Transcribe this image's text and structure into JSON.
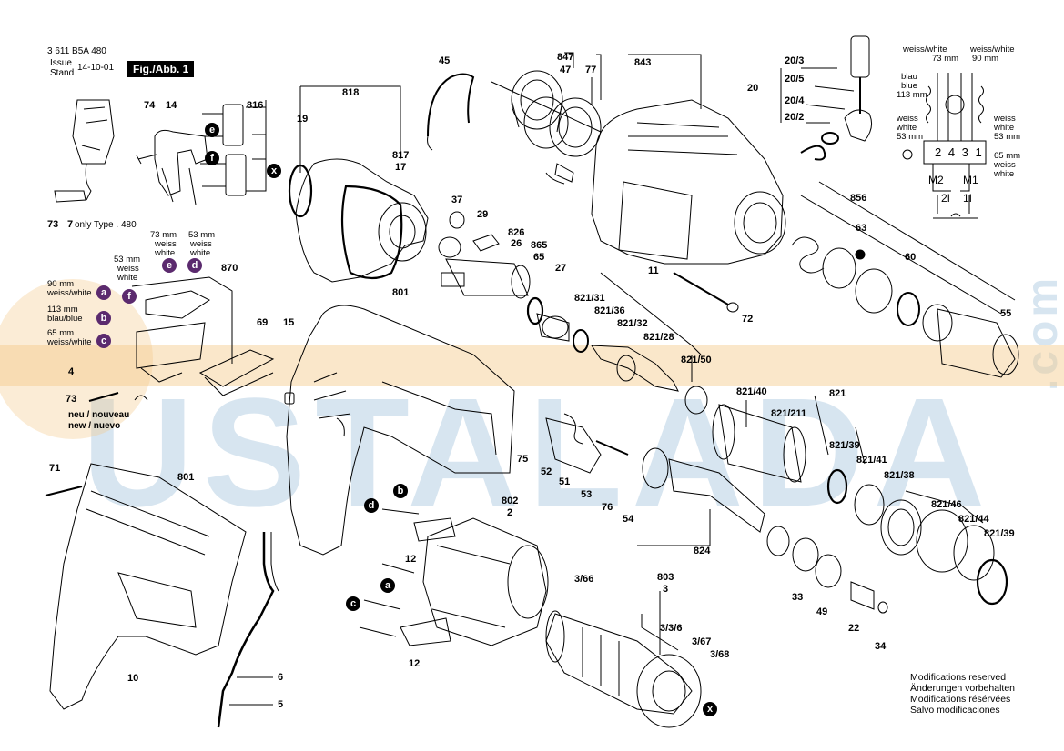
{
  "header": {
    "doc_number": "3 611 B5A 480",
    "issue_label": "Issue",
    "stand_label": "Stand",
    "issue_date": "14-10-01",
    "fig_label": "Fig./Abb. 1"
  },
  "notes": {
    "line1": "Modifications reserved",
    "line2": "Änderungen vorbehalten",
    "line3": "Modifications résérvées",
    "line4": "Salvo modificaciones"
  },
  "watermark": {
    "text": "USTALADA",
    "suffix": ".com",
    "color": "#6ea0c8"
  },
  "colors": {
    "ink": "#000000",
    "callout_bg": "#000000",
    "callout_alt": "#5b2a6e",
    "watermark_band": "#f3c98a"
  },
  "brush_labels": {
    "top_left_mm": "73 mm",
    "top_left_c1": "weiss",
    "top_left_c2": "white",
    "top_right_mm": "53 mm",
    "top_right_c1": "weiss",
    "top_right_c2": "white",
    "mid_mm": "53 mm",
    "mid_c1": "weiss",
    "mid_c2": "white",
    "a_label": "90 mm\nweiss/white",
    "b_label": "113 mm\nblau/blue",
    "c_label": "65 mm\nweiss/white",
    "neu": "neu / nouveau",
    "new": "new / nuevo",
    "only_type": "only Type . 480"
  },
  "wiring": {
    "top_left": "weiss/white",
    "top_left_mm": "73 mm",
    "top_right": "weiss/white",
    "top_right_mm": "90 mm",
    "blau": "blau",
    "blue": "blue",
    "blau_mm": "113 mm",
    "weiss_l": "weiss",
    "white_l": "white",
    "weiss_l_mm": "53 mm",
    "weiss_r": "weiss",
    "white_r": "white",
    "weiss_r_mm": "53 mm",
    "r_bottom_mm": "65 mm",
    "r_bottom_c1": "weiss",
    "r_bottom_c2": "white",
    "terminals": "2 4 3 1",
    "m2": "M2",
    "m1": "M1",
    "i2": "2I",
    "i1": "1I"
  },
  "part_numbers": [
    "847",
    "47",
    "77",
    "843",
    "45",
    "818",
    "19",
    "817",
    "17",
    "20/3",
    "20/5",
    "20",
    "20/4",
    "20/2",
    "74",
    "14",
    "816",
    "73",
    "7",
    "37",
    "29",
    "826",
    "26",
    "865",
    "65",
    "27",
    "856",
    "63",
    "60",
    "55",
    "870",
    "801",
    "821/31",
    "821/36",
    "821/32",
    "821/28",
    "72",
    "69",
    "15",
    "4",
    "73",
    "821/50",
    "821/40",
    "821",
    "821/211",
    "821/39",
    "821/41",
    "821/38",
    "75",
    "52",
    "51",
    "53",
    "76",
    "54",
    "71",
    "801",
    "802",
    "2",
    "12",
    "824",
    "821/46",
    "821/44",
    "821/39",
    "803",
    "3",
    "3/66",
    "3/3/6",
    "3/67",
    "3/68",
    "33",
    "49",
    "22",
    "34",
    "12",
    "10",
    "6",
    "5",
    "11"
  ],
  "callouts": [
    "x",
    "e",
    "f",
    "e",
    "d",
    "a",
    "f",
    "b",
    "c",
    "b",
    "d",
    "a",
    "c",
    "x"
  ]
}
